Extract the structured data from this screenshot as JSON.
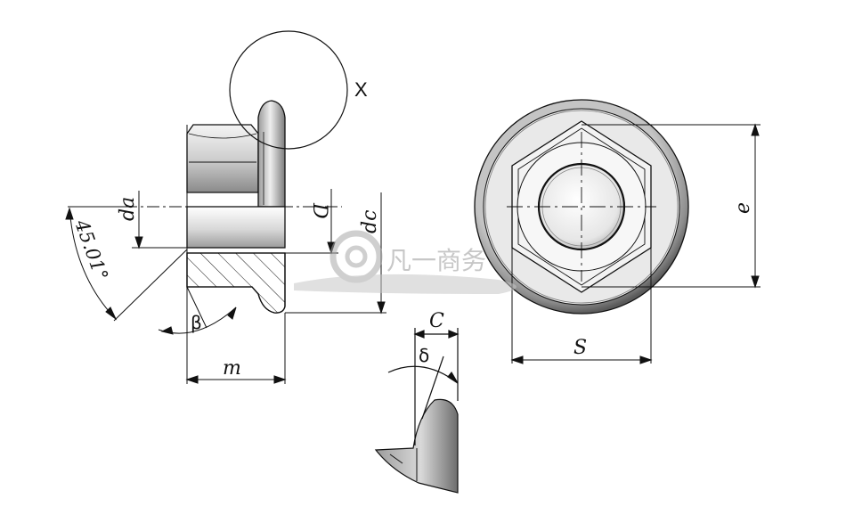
{
  "labels": {
    "x": "X",
    "da": "da",
    "D": "D",
    "dc": "dc",
    "angle": "45.01°",
    "beta": "β",
    "m": "m",
    "C": "C",
    "delta": "δ",
    "S": "S",
    "e": "e"
  },
  "watermark": {
    "text": "凡一商务"
  },
  "colors": {
    "line": "#111111",
    "steel_light": "#e8e8e8",
    "steel_mid": "#b9b9b9",
    "steel_dark": "#6e6e6e"
  }
}
